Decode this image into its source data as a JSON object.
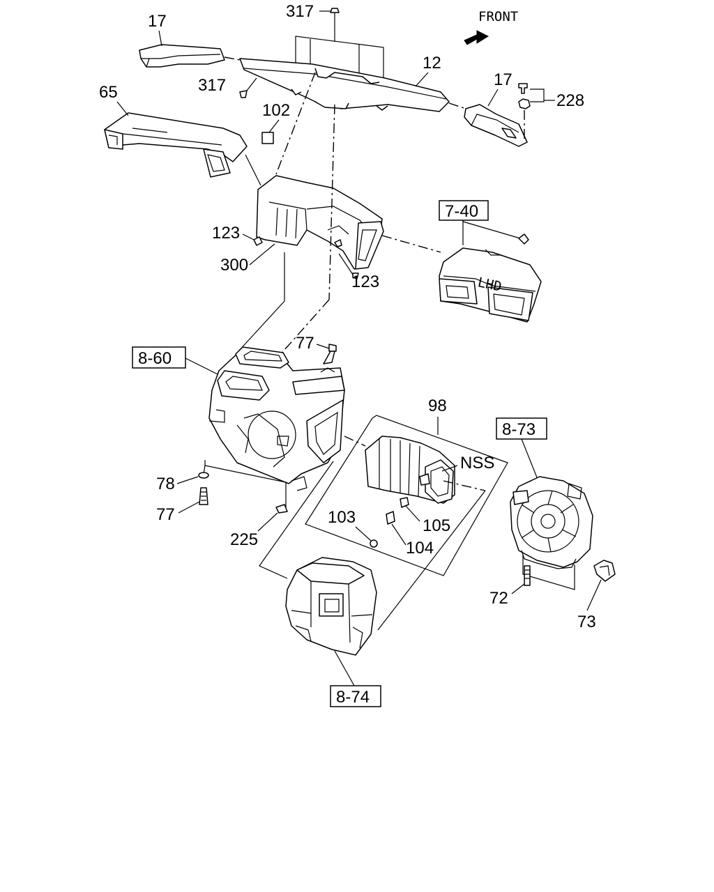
{
  "front_label": "FRONT",
  "lhd_label": "LHD",
  "nss_label": "NSS",
  "labels": {
    "p317_top": "317",
    "p317_left": "317",
    "p17_left": "17",
    "p17_right": "17",
    "p12": "12",
    "p228": "228",
    "p65": "65",
    "p102": "102",
    "p123_left": "123",
    "p123_right": "123",
    "p300": "300",
    "p77_top": "77",
    "p78": "78",
    "p77_bottom": "77",
    "p225": "225",
    "p98": "98",
    "p103": "103",
    "p105": "105",
    "p104": "104",
    "p72": "72",
    "p73": "73"
  },
  "boxed_refs": {
    "r740": "7-40",
    "r860": "8-60",
    "r873": "8-73",
    "r874": "8-74"
  }
}
